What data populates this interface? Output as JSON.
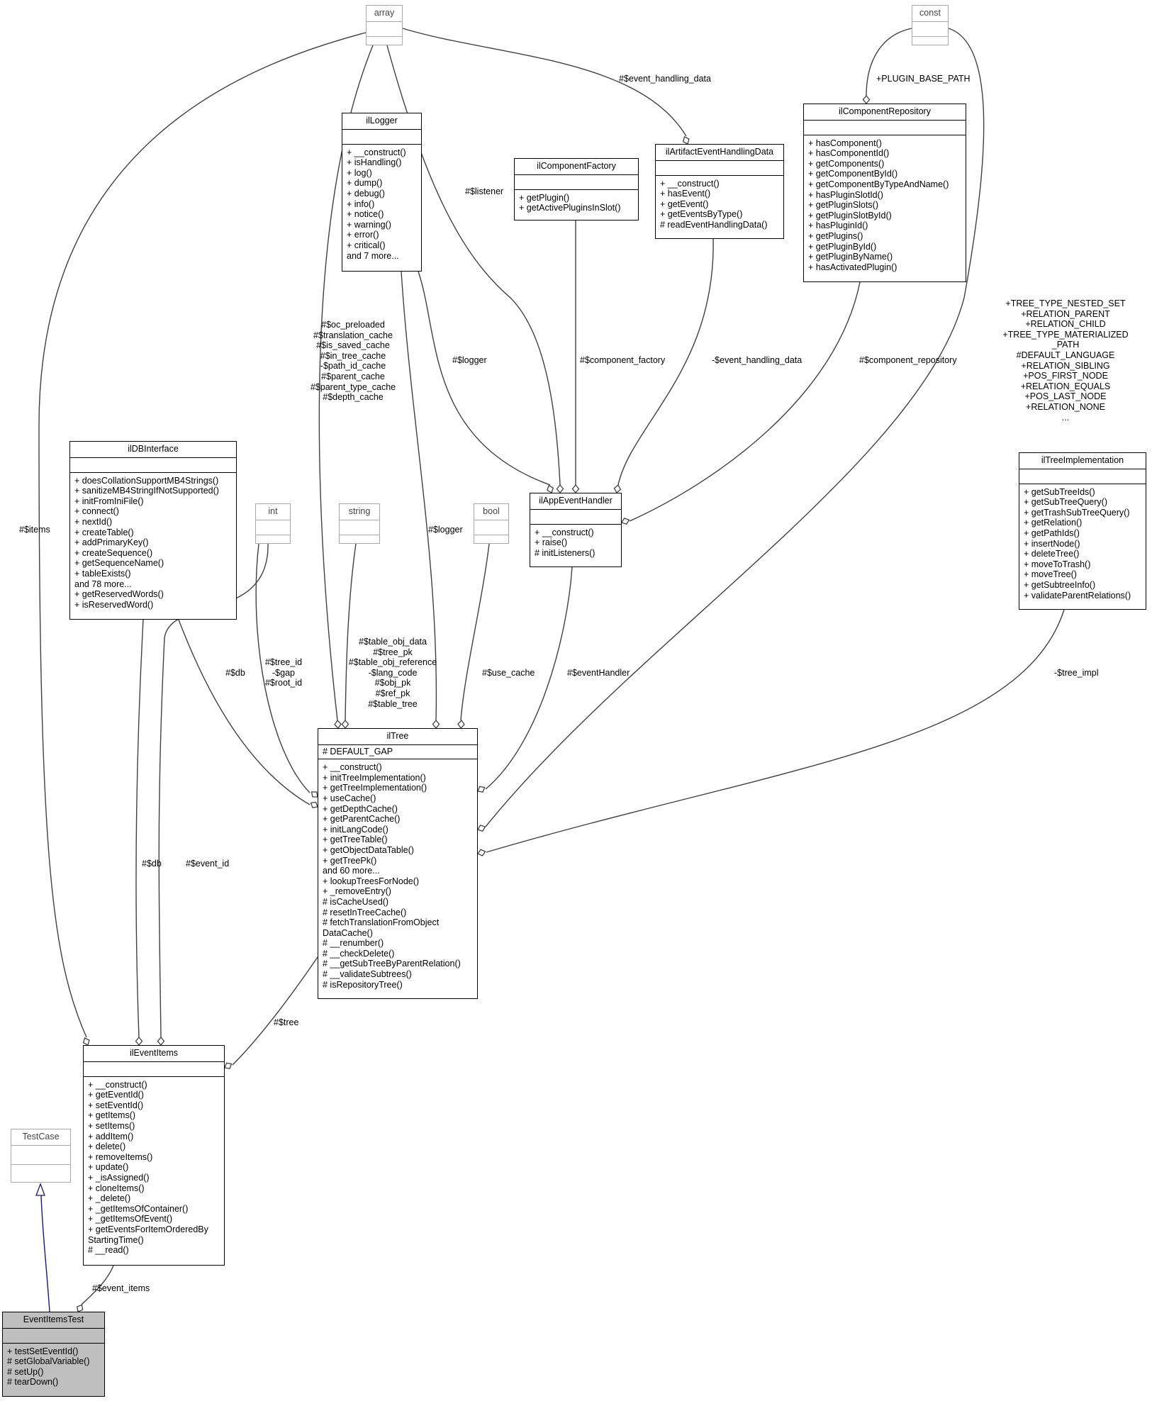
{
  "nodes": {
    "array": {
      "name": "array",
      "attrs": [],
      "methods": []
    },
    "const": {
      "name": "const",
      "attrs": [],
      "methods": []
    },
    "int": {
      "name": "int",
      "attrs": [],
      "methods": []
    },
    "string": {
      "name": "string",
      "attrs": [],
      "methods": []
    },
    "bool": {
      "name": "bool",
      "attrs": [],
      "methods": []
    },
    "testcase": {
      "name": "TestCase",
      "attrs": [],
      "methods": []
    },
    "illogger": {
      "name": "ilLogger",
      "attrs": [],
      "methods": [
        "+ __construct()",
        "+ isHandling()",
        "+ log()",
        "+ dump()",
        "+ debug()",
        "+ info()",
        "+ notice()",
        "+ warning()",
        "+ error()",
        "+ critical()",
        "and 7 more..."
      ]
    },
    "ilcomponentfactory": {
      "name": "ilComponentFactory",
      "attrs": [],
      "methods": [
        "+ getPlugin()",
        "+ getActivePluginsInSlot()"
      ]
    },
    "ilartifact": {
      "name": "ilArtifactEventHandlingData",
      "attrs": [],
      "methods": [
        "+ __construct()",
        "+ hasEvent()",
        "+ getEvent()",
        "+ getEventsByType()",
        "# readEventHandlingData()"
      ]
    },
    "ilcomponentrepository": {
      "name": "ilComponentRepository",
      "attrs": [],
      "methods": [
        "+ hasComponent()",
        "+ hasComponentId()",
        "+ getComponents()",
        "+ getComponentById()",
        "+ getComponentByTypeAndName()",
        "+ hasPluginSlotId()",
        "+ getPluginSlots()",
        "+ getPluginSlotById()",
        "+ hasPluginId()",
        "+ getPlugins()",
        "+ getPluginById()",
        "+ getPluginByName()",
        "+ hasActivatedPlugin()"
      ]
    },
    "ildbinterface": {
      "name": "ilDBInterface",
      "attrs": [],
      "methods": [
        "+ doesCollationSupportMB4Strings()",
        "+ sanitizeMB4StringIfNotSupported()",
        "+ initFromIniFile()",
        "+ connect()",
        "+ nextId()",
        "+ createTable()",
        "+ addPrimaryKey()",
        "+ createSequence()",
        "+ getSequenceName()",
        "+ tableExists()",
        "and 78 more...",
        "+ getReservedWords()",
        "+ isReservedWord()"
      ]
    },
    "ilappeventhandler": {
      "name": "ilAppEventHandler",
      "attrs": [],
      "methods": [
        "+ __construct()",
        "+ raise()",
        "# initListeners()"
      ]
    },
    "iltreeimplementation": {
      "name": "ilTreeImplementation",
      "attrs": [],
      "methods": [
        "+ getSubTreeIds()",
        "+ getSubTreeQuery()",
        "+ getTrashSubTreeQuery()",
        "+ getRelation()",
        "+ getPathIds()",
        "+ insertNode()",
        "+ deleteTree()",
        "+ moveToTrash()",
        "+ moveTree()",
        "+ getSubtreeInfo()",
        "+ validateParentRelations()"
      ]
    },
    "iltree": {
      "name": "ilTree",
      "attrs": [
        "# DEFAULT_GAP"
      ],
      "methods": [
        "+ __construct()",
        "+ initTreeImplementation()",
        "+ getTreeImplementation()",
        "+ useCache()",
        "+ getDepthCache()",
        "+ getParentCache()",
        "+ initLangCode()",
        "+ getTreeTable()",
        "+ getObjectDataTable()",
        "+ getTreePk()",
        "and 60 more...",
        "+ lookupTreesForNode()",
        "+ _removeEntry()",
        "# isCacheUsed()",
        "# resetInTreeCache()",
        "# fetchTranslationFromObject",
        "DataCache()",
        "# __renumber()",
        "# __checkDelete()",
        "# __getSubTreeByParentRelation()",
        "# __validateSubtrees()",
        "# isRepositoryTree()"
      ]
    },
    "ileventitems": {
      "name": "ilEventItems",
      "attrs": [],
      "methods": [
        "+ __construct()",
        "+ getEventId()",
        "+ setEventId()",
        "+ getItems()",
        "+ setItems()",
        "+ addItem()",
        "+ delete()",
        "+ removeItems()",
        "+ update()",
        "+ _isAssigned()",
        "+ cloneItems()",
        "+ _delete()",
        "+ _getItemsOfContainer()",
        "+ _getItemsOfEvent()",
        "+ getEventsForItemOrderedBy",
        "StartingTime()",
        "# __read()"
      ]
    },
    "eventitemstest": {
      "name": "EventItemsTest",
      "attrs": [],
      "methods": [
        "+ testSetEventId()",
        "# setGlobalVariable()",
        "# setUp()",
        "# tearDown()"
      ]
    }
  },
  "edge_labels": {
    "event_handling_data": "#$event_handling_data",
    "plugin_base_path": "+PLUGIN_BASE_PATH",
    "listener": "#$listener",
    "items": "#$items",
    "caches": [
      "#$oc_preloaded",
      "#$translation_cache",
      "#$is_saved_cache",
      "#$in_tree_cache",
      "-$path_id_cache",
      "#$parent_cache",
      "#$parent_type_cache",
      "#$depth_cache"
    ],
    "logger_handler": "#$logger",
    "component_factory": "#$component_factory",
    "event_handling_data_private": "-$event_handling_data",
    "component_repository": "#$component_repository",
    "tree_constants": [
      "+TREE_TYPE_NESTED_SET",
      "+RELATION_PARENT",
      "+RELATION_CHILD",
      "+TREE_TYPE_MATERIALIZED",
      "_PATH",
      "#DEFAULT_LANGUAGE",
      "+RELATION_SIBLING",
      "+POS_FIRST_NODE",
      "+RELATION_EQUALS",
      "+POS_LAST_NODE",
      "+RELATION_NONE",
      "..."
    ],
    "logger_tree": "#$logger",
    "db_tree": "#$db",
    "int_fields": [
      "#$tree_id",
      "-$gap",
      "#$root_id"
    ],
    "string_fields": [
      "#$table_obj_data",
      "#$tree_pk",
      "#$table_obj_reference",
      "-$lang_code",
      "#$obj_pk",
      "#$ref_pk",
      "#$table_tree"
    ],
    "use_cache": "#$use_cache",
    "event_handler": "#$eventHandler",
    "tree_impl": "-$tree_impl",
    "db_items": "#$db",
    "event_id": "#$event_id",
    "tree": "#$tree",
    "event_items": "#$event_items"
  },
  "colors": {
    "inheritance_edge": "#191970",
    "association_edge": "#404040",
    "focus_fill": "#bfbfbf",
    "external_border": "#a8a8a8"
  }
}
